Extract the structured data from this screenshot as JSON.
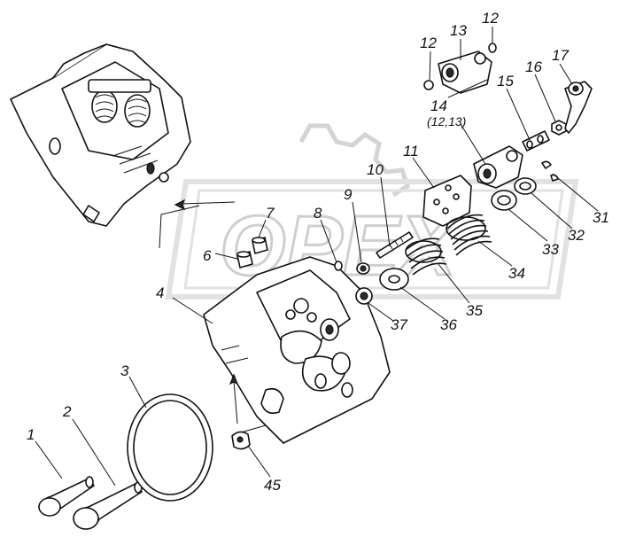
{
  "diagram": {
    "watermark_text": "OPEX",
    "callouts": [
      {
        "id": "1",
        "text": "1"
      },
      {
        "id": "2",
        "text": "2"
      },
      {
        "id": "3",
        "text": "3"
      },
      {
        "id": "4",
        "text": "4"
      },
      {
        "id": "6",
        "text": "6"
      },
      {
        "id": "7",
        "text": "7"
      },
      {
        "id": "8",
        "text": "8"
      },
      {
        "id": "9",
        "text": "9"
      },
      {
        "id": "10",
        "text": "10"
      },
      {
        "id": "11",
        "text": "11"
      },
      {
        "id": "12a",
        "text": "12"
      },
      {
        "id": "12b",
        "text": "12"
      },
      {
        "id": "13",
        "text": "13"
      },
      {
        "id": "14",
        "text": "14"
      },
      {
        "id": "14sub",
        "text": "(12,13)"
      },
      {
        "id": "15",
        "text": "15"
      },
      {
        "id": "16",
        "text": "16"
      },
      {
        "id": "17",
        "text": "17"
      },
      {
        "id": "31",
        "text": "31"
      },
      {
        "id": "32",
        "text": "32"
      },
      {
        "id": "33",
        "text": "33"
      },
      {
        "id": "34",
        "text": "34"
      },
      {
        "id": "35",
        "text": "35"
      },
      {
        "id": "36",
        "text": "36"
      },
      {
        "id": "37",
        "text": "37"
      },
      {
        "id": "45",
        "text": "45"
      }
    ]
  }
}
